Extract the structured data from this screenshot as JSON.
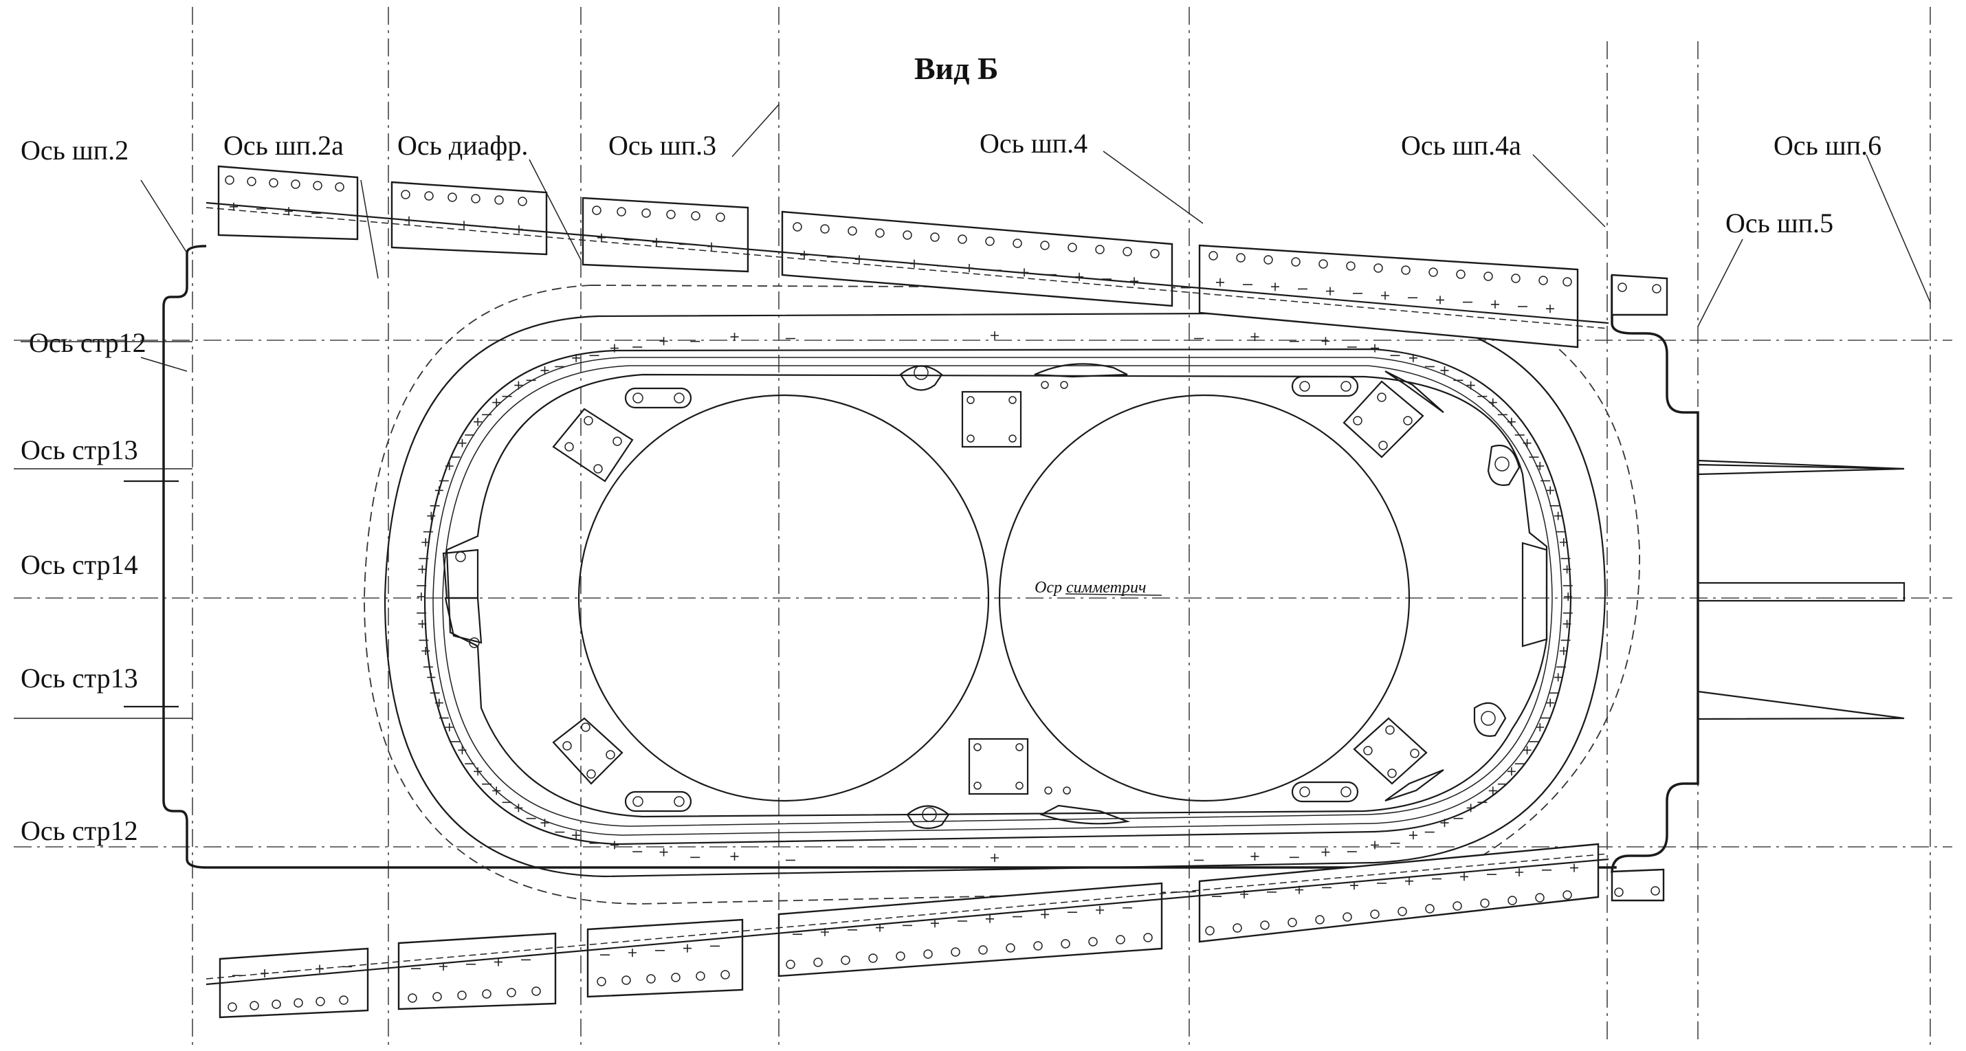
{
  "title": "Вид Б",
  "frame_labels": {
    "sp2": "Ось шп.2",
    "sp2a": "Ось шп.2а",
    "diafr": "Ось диафр.",
    "sp3": "Ось шп.3",
    "sp4": "Ось шп.4",
    "sp4a": "Ось шп.4а",
    "sp6": "Ось шп.6",
    "sp5": "Ось шп.5"
  },
  "stringer_labels": {
    "str12_top": "Ось стр12",
    "str13_top": "Ось стр13",
    "str14": "Ось стр14",
    "str13_bottom": "Ось стр13",
    "str12_bottom": "Ось стр12"
  },
  "symmetry_note": "Оср симметрич"
}
